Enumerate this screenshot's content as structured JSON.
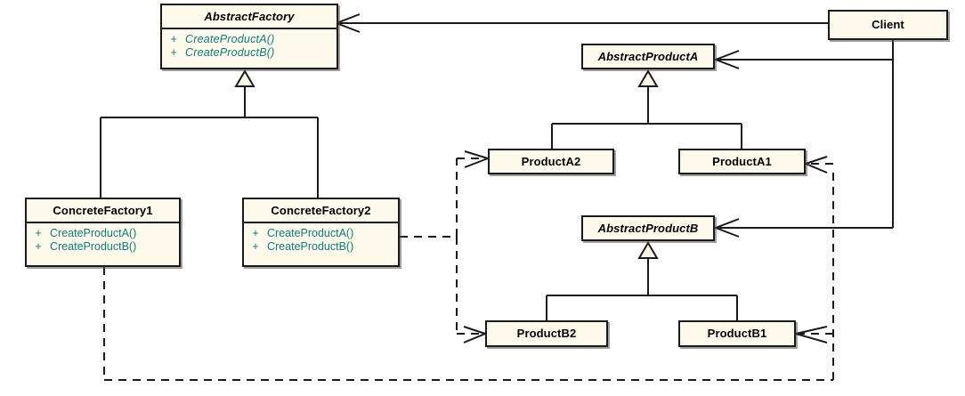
{
  "diagram": {
    "title": "Abstract Factory pattern class diagram",
    "colors": {
      "class_fill": "#fdfaec",
      "class_border": "#1a1a1a",
      "operation_text": "#127a7a",
      "title_text": "#000000",
      "line": "#1a1a1a"
    },
    "classes": [
      {
        "id": "abstract-factory",
        "name": "AbstractFactory",
        "abstract": true,
        "operations": [
          {
            "visibility": "+",
            "name": "CreateProductA()"
          },
          {
            "visibility": "+",
            "name": "CreateProductB()"
          }
        ]
      },
      {
        "id": "client",
        "name": "Client",
        "abstract": false,
        "operations": []
      },
      {
        "id": "abstract-product-a",
        "name": "AbstractProductA",
        "abstract": true,
        "operations": []
      },
      {
        "id": "abstract-product-b",
        "name": "AbstractProductB",
        "abstract": true,
        "operations": []
      },
      {
        "id": "product-a2",
        "name": "ProductA2",
        "abstract": false,
        "operations": []
      },
      {
        "id": "product-a1",
        "name": "ProductA1",
        "abstract": false,
        "operations": []
      },
      {
        "id": "product-b2",
        "name": "ProductB2",
        "abstract": false,
        "operations": []
      },
      {
        "id": "product-b1",
        "name": "ProductB1",
        "abstract": false,
        "operations": []
      },
      {
        "id": "concrete-factory-1",
        "name": "ConcreteFactory1",
        "abstract": false,
        "operations": [
          {
            "visibility": "+",
            "name": "CreateProductA()"
          },
          {
            "visibility": "+",
            "name": "CreateProductB()"
          }
        ]
      },
      {
        "id": "concrete-factory-2",
        "name": "ConcreteFactory2",
        "abstract": false,
        "operations": [
          {
            "visibility": "+",
            "name": "CreateProductA()"
          },
          {
            "visibility": "+",
            "name": "CreateProductB()"
          }
        ]
      }
    ],
    "relationships": [
      {
        "type": "association",
        "from": "Client",
        "to": "AbstractFactory",
        "style": "solid",
        "arrow": "open"
      },
      {
        "type": "association",
        "from": "Client",
        "to": "AbstractProductA",
        "style": "solid",
        "arrow": "open"
      },
      {
        "type": "association",
        "from": "Client",
        "to": "AbstractProductB",
        "style": "solid",
        "arrow": "open"
      },
      {
        "type": "generalization",
        "from": "ConcreteFactory1",
        "to": "AbstractFactory",
        "style": "solid",
        "arrow": "hollow-triangle"
      },
      {
        "type": "generalization",
        "from": "ConcreteFactory2",
        "to": "AbstractFactory",
        "style": "solid",
        "arrow": "hollow-triangle"
      },
      {
        "type": "generalization",
        "from": "ProductA2",
        "to": "AbstractProductA",
        "style": "solid",
        "arrow": "hollow-triangle"
      },
      {
        "type": "generalization",
        "from": "ProductA1",
        "to": "AbstractProductA",
        "style": "solid",
        "arrow": "hollow-triangle"
      },
      {
        "type": "generalization",
        "from": "ProductB2",
        "to": "AbstractProductB",
        "style": "solid",
        "arrow": "hollow-triangle"
      },
      {
        "type": "generalization",
        "from": "ProductB1",
        "to": "AbstractProductB",
        "style": "solid",
        "arrow": "hollow-triangle"
      },
      {
        "type": "dependency",
        "from": "ConcreteFactory2",
        "to": "ProductA2",
        "style": "dashed",
        "arrow": "open"
      },
      {
        "type": "dependency",
        "from": "ConcreteFactory2",
        "to": "ProductB2",
        "style": "dashed",
        "arrow": "open"
      },
      {
        "type": "dependency",
        "from": "ConcreteFactory1",
        "to": "ProductA1",
        "style": "dashed",
        "arrow": "open"
      },
      {
        "type": "dependency",
        "from": "ConcreteFactory1",
        "to": "ProductB1",
        "style": "dashed",
        "arrow": "open"
      }
    ]
  }
}
